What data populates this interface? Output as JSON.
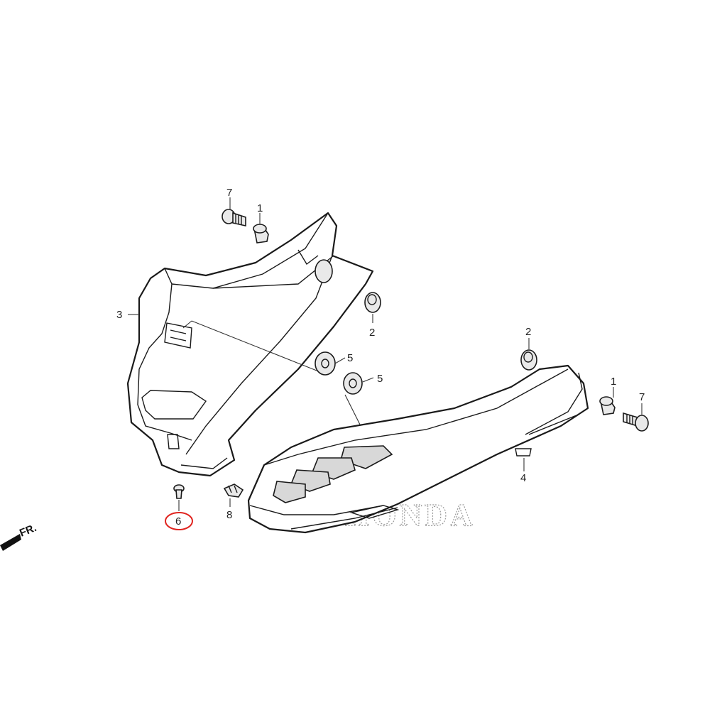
{
  "diagram": {
    "callouts": {
      "c7_left": "7",
      "c1_left": "1",
      "c3": "3",
      "c2_left": "2",
      "c5_upper": "5",
      "c5_lower": "5",
      "c2_right": "2",
      "c1_right": "1",
      "c7_right": "7",
      "c4": "4",
      "c6": "6",
      "c8": "8"
    },
    "direction_label": "FR.",
    "watermark_text": "HONDA",
    "highlight_color": "#e0241f",
    "line_color": "#1a1a1a"
  }
}
